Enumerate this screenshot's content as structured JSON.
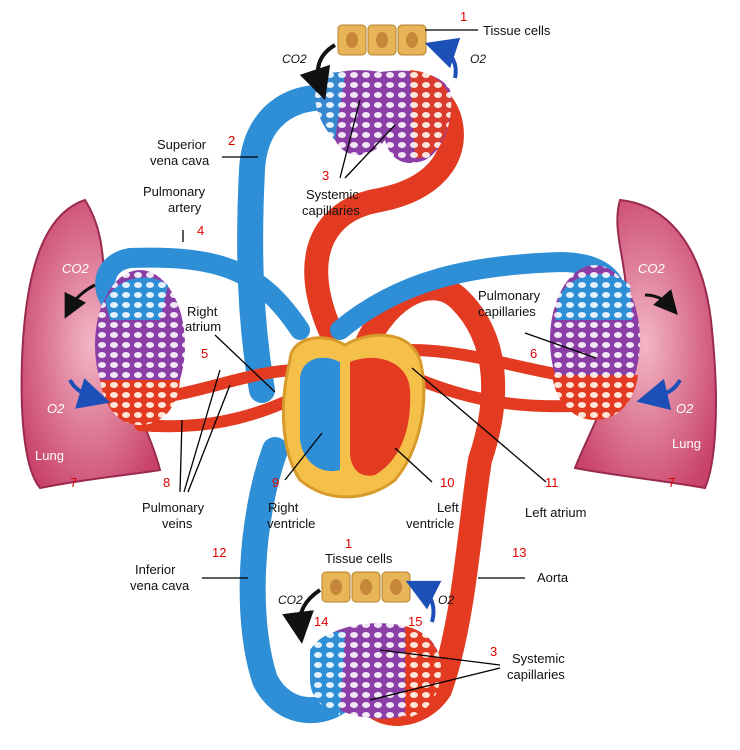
{
  "labels": {
    "tissue_cells_top": "Tissue cells",
    "superior_vena_cava_1": "Superior",
    "superior_vena_cava_2": "vena cava",
    "systemic_capillaries_top_1": "Systemic",
    "systemic_capillaries_top_2": "capillaries",
    "pulmonary_artery_1": "Pulmonary",
    "pulmonary_artery_2": "artery",
    "right_atrium_1": "Right",
    "right_atrium_2": "atrium",
    "pulmonary_capillaries_1": "Pulmonary",
    "pulmonary_capillaries_2": "capillaries",
    "lung_left": "Lung",
    "lung_right": "Lung",
    "pulmonary_veins_1": "Pulmonary",
    "pulmonary_veins_2": "veins",
    "right_ventricle_1": "Right",
    "right_ventricle_2": "ventricle",
    "left_ventricle_1": "Left",
    "left_ventricle_2": "ventricle",
    "left_atrium": "Left atrium",
    "inferior_vena_cava_1": "Inferior",
    "inferior_vena_cava_2": "vena cava",
    "tissue_cells_bottom": "Tissue cells",
    "aorta": "Aorta",
    "systemic_capillaries_bottom_1": "Systemic",
    "systemic_capillaries_bottom_2": "capillaries"
  },
  "numbers": {
    "n1_top": "1",
    "n2": "2",
    "n3_top": "3",
    "n4": "4",
    "n5": "5",
    "n6": "6",
    "n7_left": "7",
    "n7_right": "7",
    "n8": "8",
    "n9": "9",
    "n10": "10",
    "n11": "11",
    "n12": "12",
    "n1_bottom": "1",
    "n13": "13",
    "n14": "14",
    "n15": "15",
    "n3_bottom": "3"
  },
  "gas": {
    "co2_top": "CO2",
    "o2_top": "O2",
    "co2_left": "CO2",
    "o2_left": "O2",
    "co2_right": "CO2",
    "o2_right": "O2",
    "co2_bottom": "CO2",
    "o2_bottom": "O2"
  },
  "colors": {
    "deoxygenated": "#2e8fd6",
    "oxygenated": "#e23b22",
    "lung": "#c9426a",
    "heart_wall": "#f5c04a",
    "capillary_mix": "#8b3fa6",
    "tissue_cell": "#e8b458"
  }
}
